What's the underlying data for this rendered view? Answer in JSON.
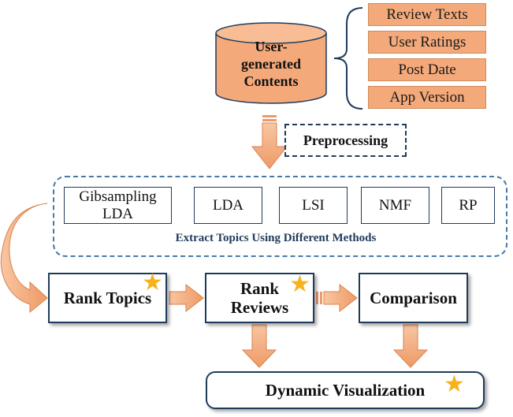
{
  "source": {
    "label": "User-\ngenerated\nContents"
  },
  "attributes": [
    "Review Texts",
    "User Ratings",
    "Post Date",
    "App Version"
  ],
  "preprocessing": {
    "label": "Preprocessing"
  },
  "extract": {
    "caption": "Extract Topics Using Different Methods",
    "methods": [
      "Gibsampling LDA",
      "LDA",
      "LSI",
      "NMF",
      "RP"
    ]
  },
  "steps": {
    "rank_topics": "Rank Topics",
    "rank_reviews": "Rank\nReviews",
    "comparison": "Comparison",
    "dynamic_visualization": "Dynamic Visualization"
  },
  "colors": {
    "accent_orange": "#f4a97a",
    "border_navy": "#1f3b5c",
    "dashed_blue": "#4a78a6",
    "star_gold": "#f6b21d"
  }
}
